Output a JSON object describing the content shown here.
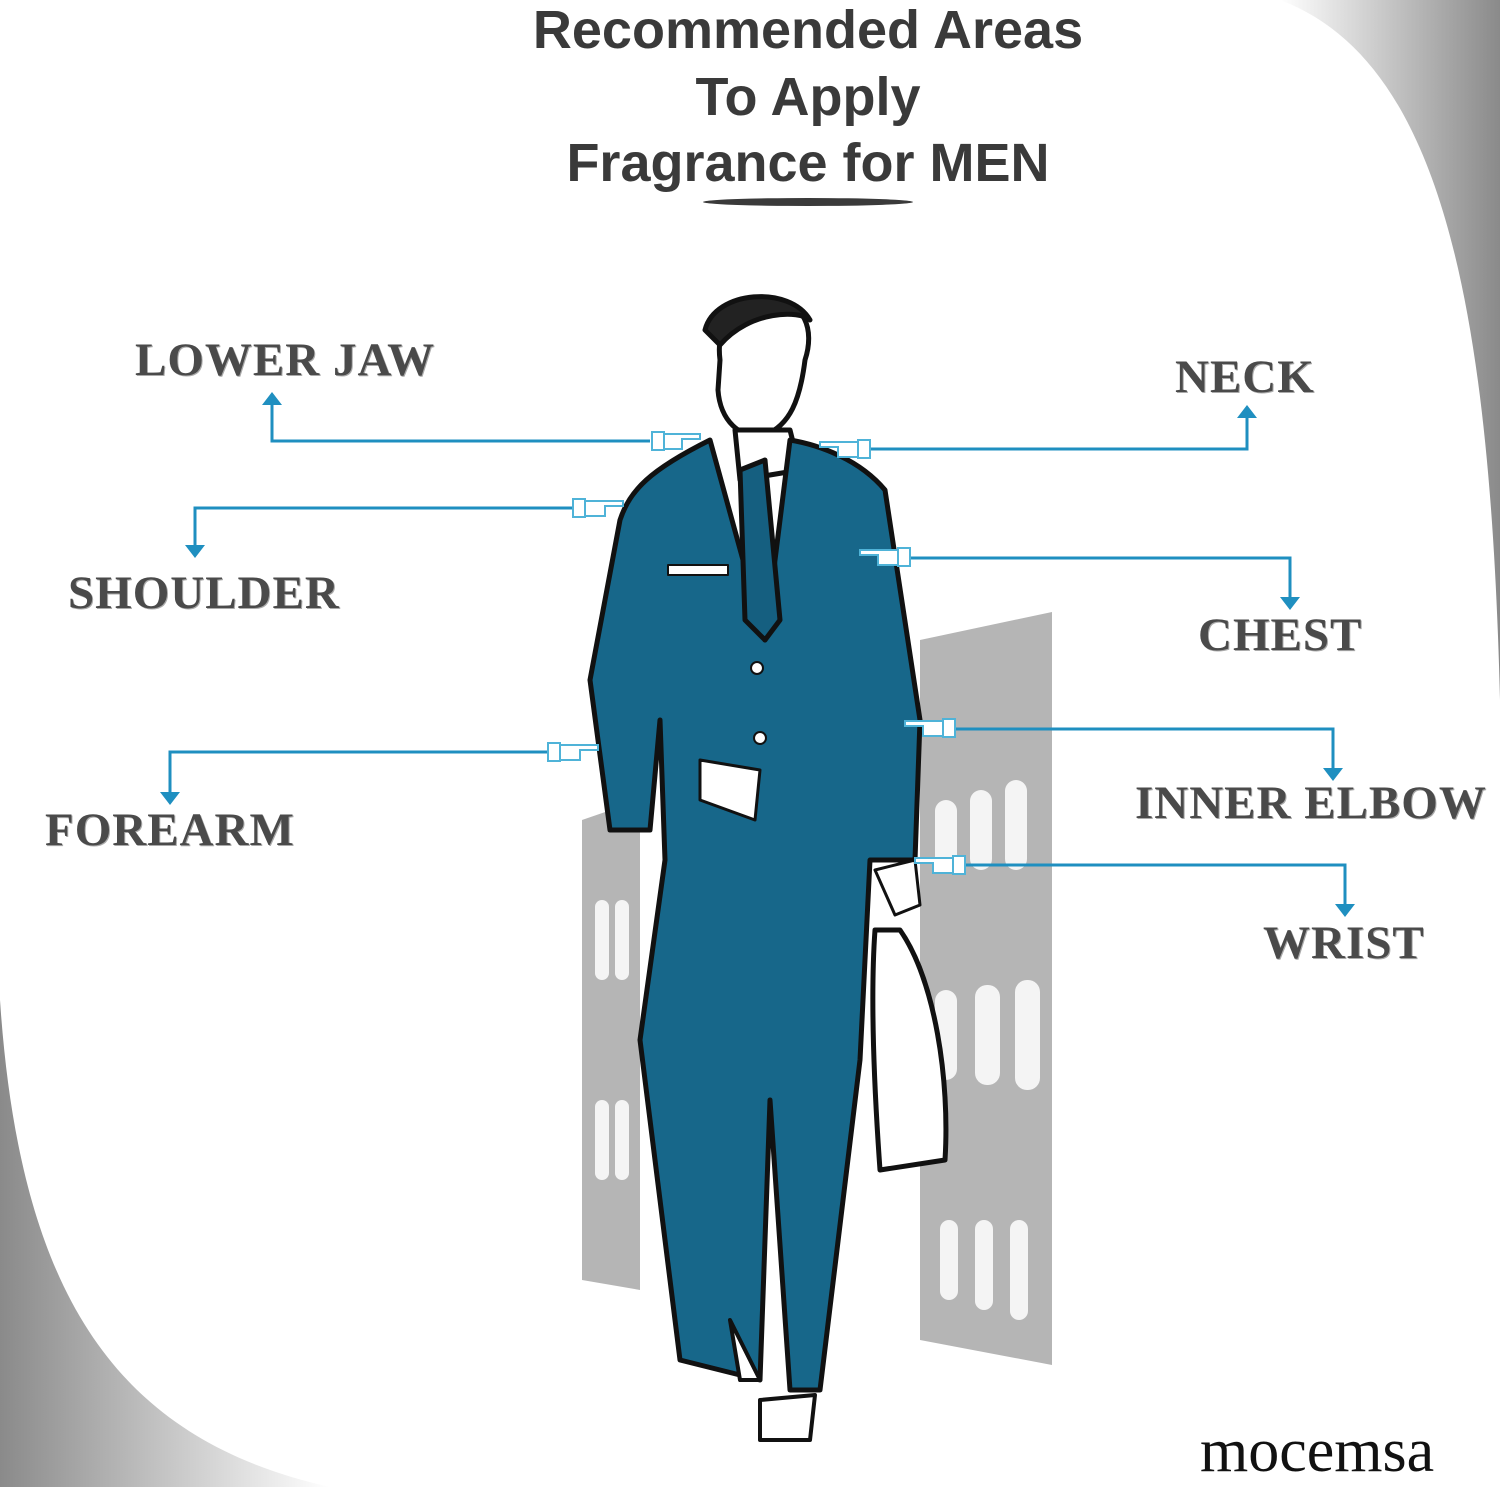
{
  "title": {
    "line1": "Recommended Areas",
    "line2": "To Apply",
    "line3": "Fragrance for MEN"
  },
  "areas": [
    {
      "label": "LOWER JAW"
    },
    {
      "label": "NECK"
    },
    {
      "label": "SHOULDER"
    },
    {
      "label": "CHEST"
    },
    {
      "label": "INNER ELBOW"
    },
    {
      "label": "FOREARM"
    },
    {
      "label": "WRIST"
    }
  ],
  "brand": {
    "logo_text": "mocemsa"
  },
  "colors": {
    "arrow": "#1f8fc0",
    "suit": "#17678a",
    "title": "#3a3a3a",
    "building": "#b5b5b5",
    "corner": "#9a9a9a",
    "logo_accent": "#a88a3c"
  }
}
